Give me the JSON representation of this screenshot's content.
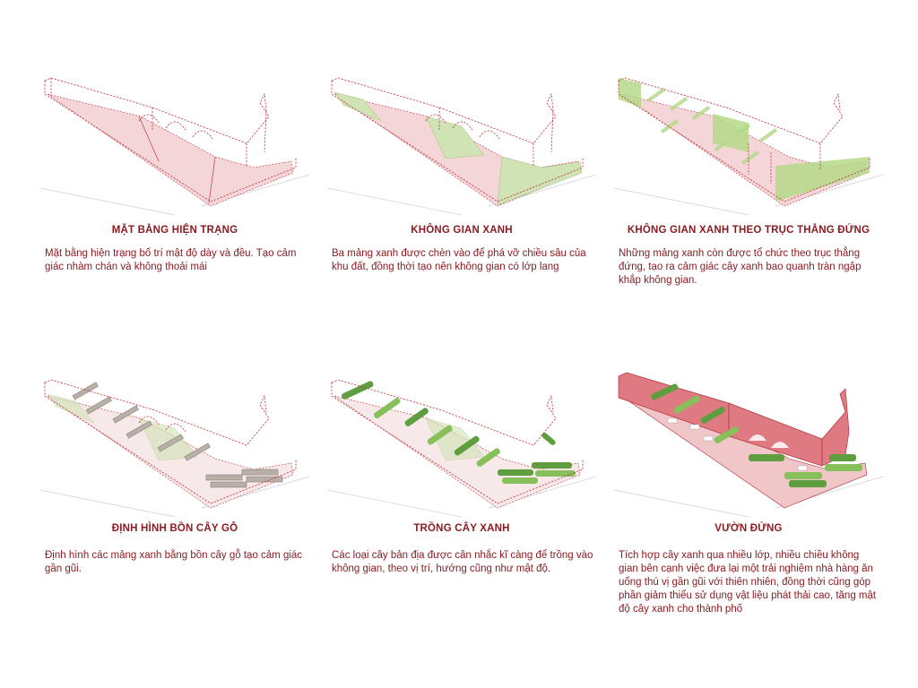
{
  "panels": [
    {
      "title": "MẶT BẰNG HIỆN TRẠNG",
      "text": "Mặt bằng hiện trạng bố trí mật độ dày và đều. Tạo cảm giác nhàm chán và không thoải mái"
    },
    {
      "title": "KHÔNG GIAN XANH",
      "text": "Ba mảng xanh được chèn vào để phá vỡ chiều sâu của khu đất, đồng thời tạo nên không gian có lớp lang"
    },
    {
      "title": "KHÔNG GIAN XANH THEO TRỤC THẲNG ĐỨNG",
      "text": "Những mảng xanh còn được tổ chức theo trục thẳng đứng, tạo ra cảm giác cây xanh bao quanh tràn ngập khắp không gian."
    },
    {
      "title": "ĐỊNH HÌNH BỒN CÂY GỖ",
      "text": "Định hình các mảng xanh bằng bồn cây gỗ tạo cảm giác gần gũi."
    },
    {
      "title": "TRỒNG CÂY XANH",
      "text": "Các loại cây bản địa được cân nhắc kĩ càng để trồng vào không gian, theo vị trí, hướng cũng như mật độ."
    },
    {
      "title": "VƯỜN ĐỨNG",
      "text": "Tích hợp cây xanh qua nhiều lớp, nhiều chiều không gian bên cạnh việc đưa lại một trải nghiệm nhà hàng ăn uống thú vị gần gũi với thiên nhiên, đồng thời cũng góp phần giảm thiểu sử dụng vật liệu phát thải cao, tăng mật độ cây xanh cho thành phố"
    }
  ],
  "colors": {
    "caption": "#8a1c22",
    "outline": "#c2343d",
    "floor_pink": "#f4d6d8",
    "green": "#cfe3b4",
    "wall_pink": "#e07a82"
  }
}
